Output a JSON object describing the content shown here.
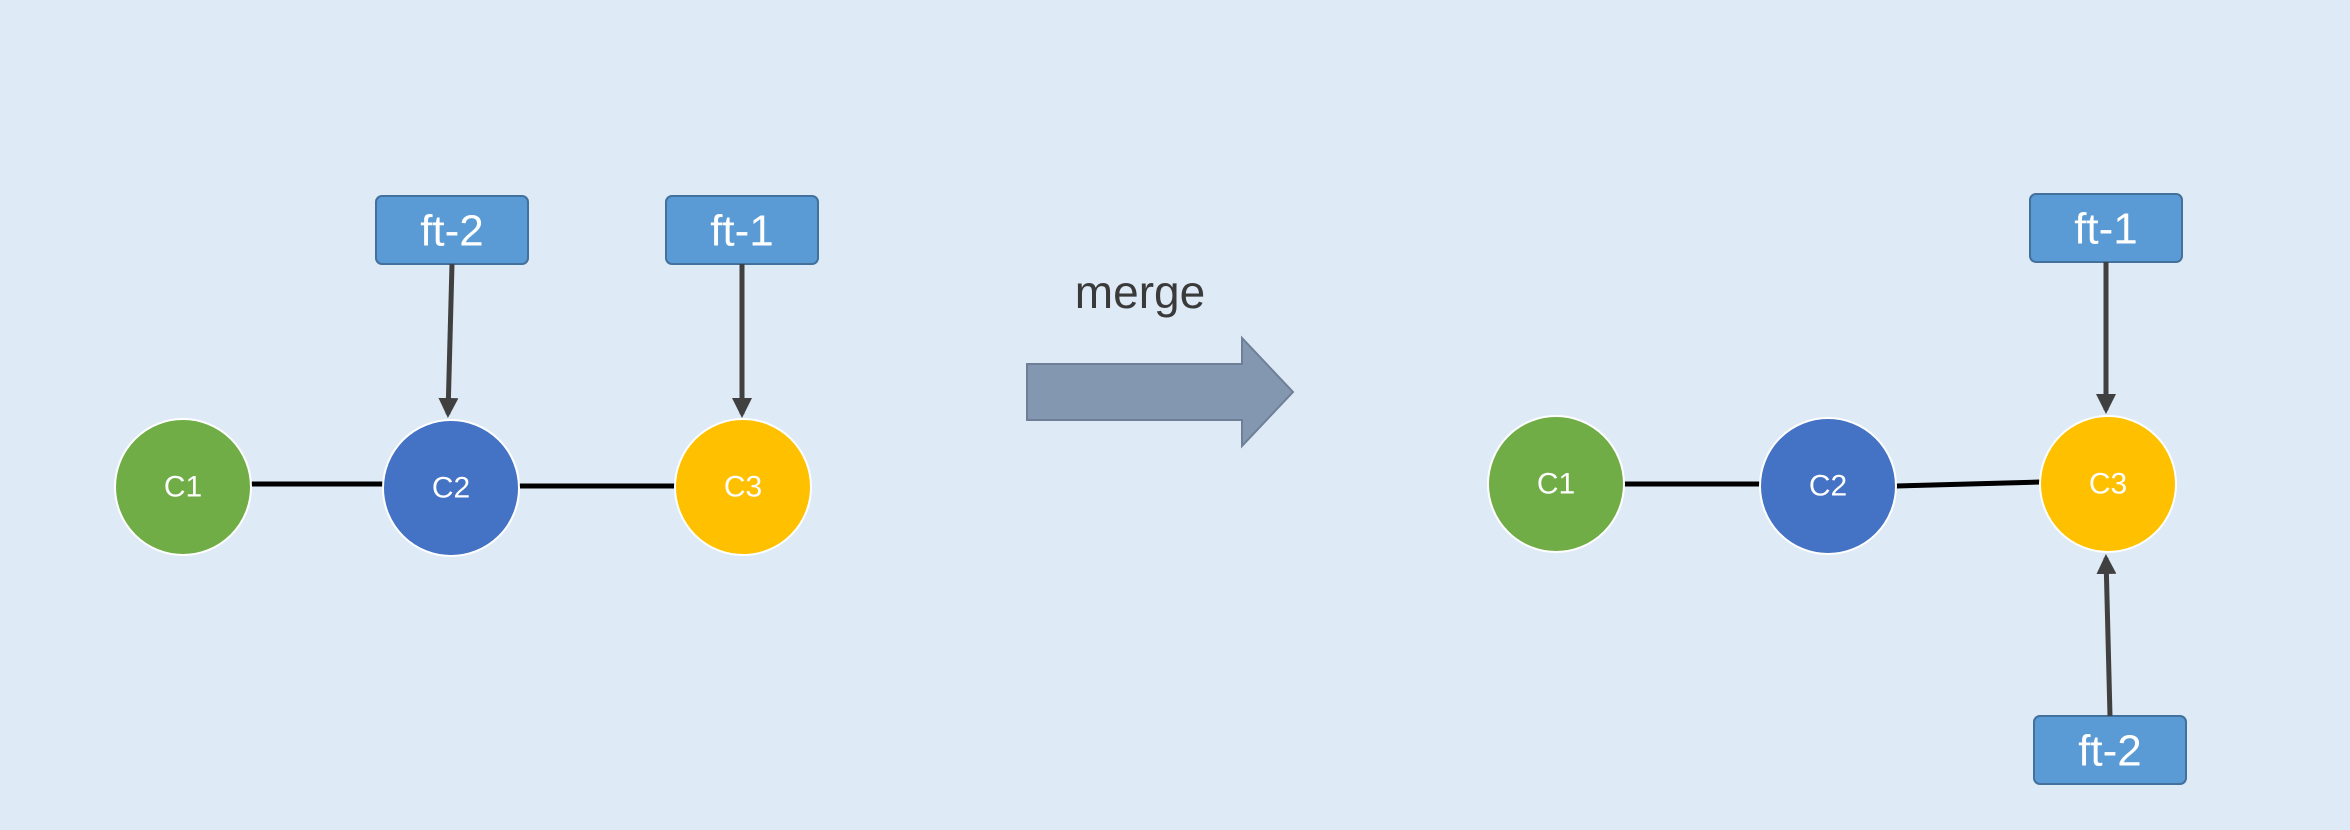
{
  "colors": {
    "background": "#deeaf6",
    "c1": "#70ad47",
    "c2": "#4472c4",
    "c3": "#ffc000",
    "branch_box": "#5b9bd5",
    "branch_border": "#41719c",
    "edge": "#000000",
    "pointer": "#404040",
    "merge_arrow": "#8497b0"
  },
  "before": {
    "commits": [
      {
        "id": "c1",
        "label": "C1"
      },
      {
        "id": "c2",
        "label": "C2"
      },
      {
        "id": "c3",
        "label": "C3"
      }
    ],
    "branches": [
      {
        "label": "ft-2",
        "points_to": "C2"
      },
      {
        "label": "ft-1",
        "points_to": "C3"
      }
    ]
  },
  "operation": {
    "label": "merge",
    "icon": "arrow-right-icon"
  },
  "after": {
    "commits": [
      {
        "id": "c1",
        "label": "C1"
      },
      {
        "id": "c2",
        "label": "C2"
      },
      {
        "id": "c3",
        "label": "C3"
      }
    ],
    "branches": [
      {
        "label": "ft-1",
        "points_to": "C3"
      },
      {
        "label": "ft-2",
        "points_to": "C3"
      }
    ]
  }
}
